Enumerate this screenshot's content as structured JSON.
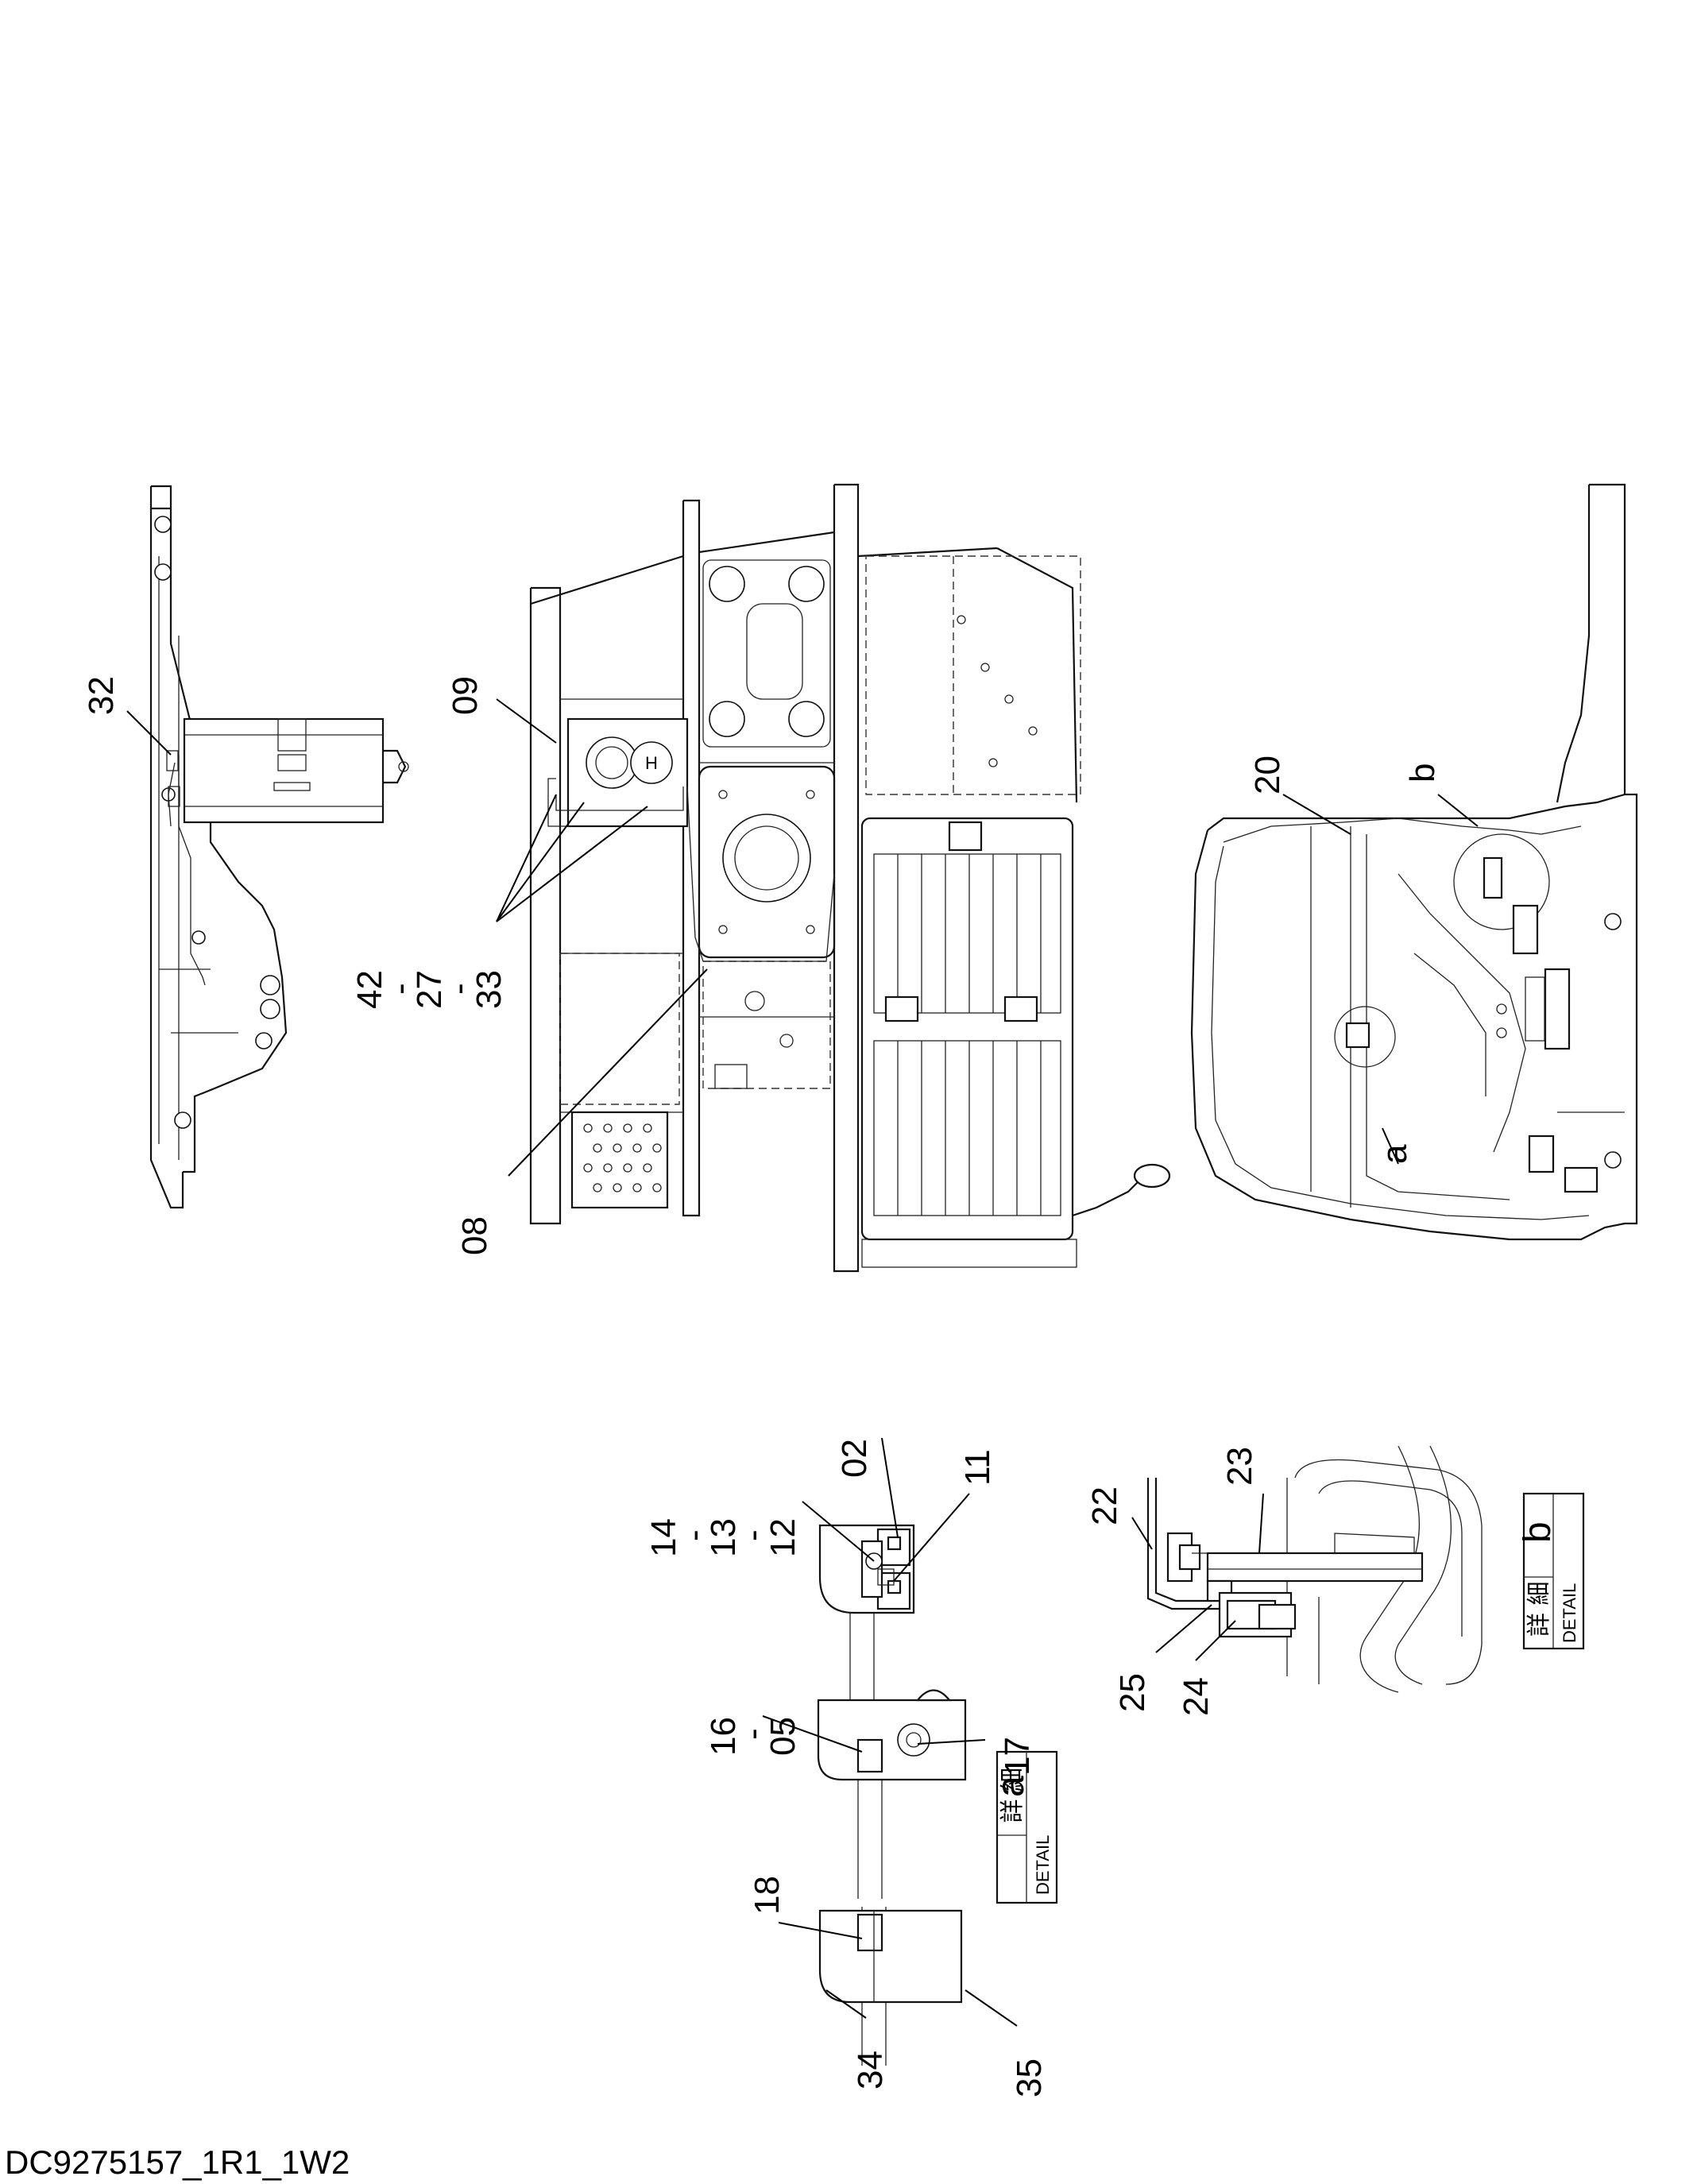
{
  "drawing_id": "DC9275157_1R1_1W2",
  "callouts": {
    "c02": "02",
    "c05": "05",
    "c08": "08",
    "c09": "09",
    "c11": "11",
    "c12": "12",
    "c13": "13",
    "c14": "14",
    "c16": "16",
    "c17": "17",
    "c18": "18",
    "c20": "20",
    "c22": "22",
    "c23": "23",
    "c24": "24",
    "c25": "25",
    "c27": "27",
    "c32": "32",
    "c33": "33",
    "c34": "34",
    "c35": "35",
    "c42": "42",
    "ca": "a",
    "cb": "b"
  },
  "separators": {
    "dash": "-"
  },
  "detail_a": {
    "jp": "詳 細",
    "en": "DETAIL",
    "letter": "a"
  },
  "detail_b": {
    "jp": "詳 細",
    "en": "DETAIL",
    "letter": "b"
  }
}
